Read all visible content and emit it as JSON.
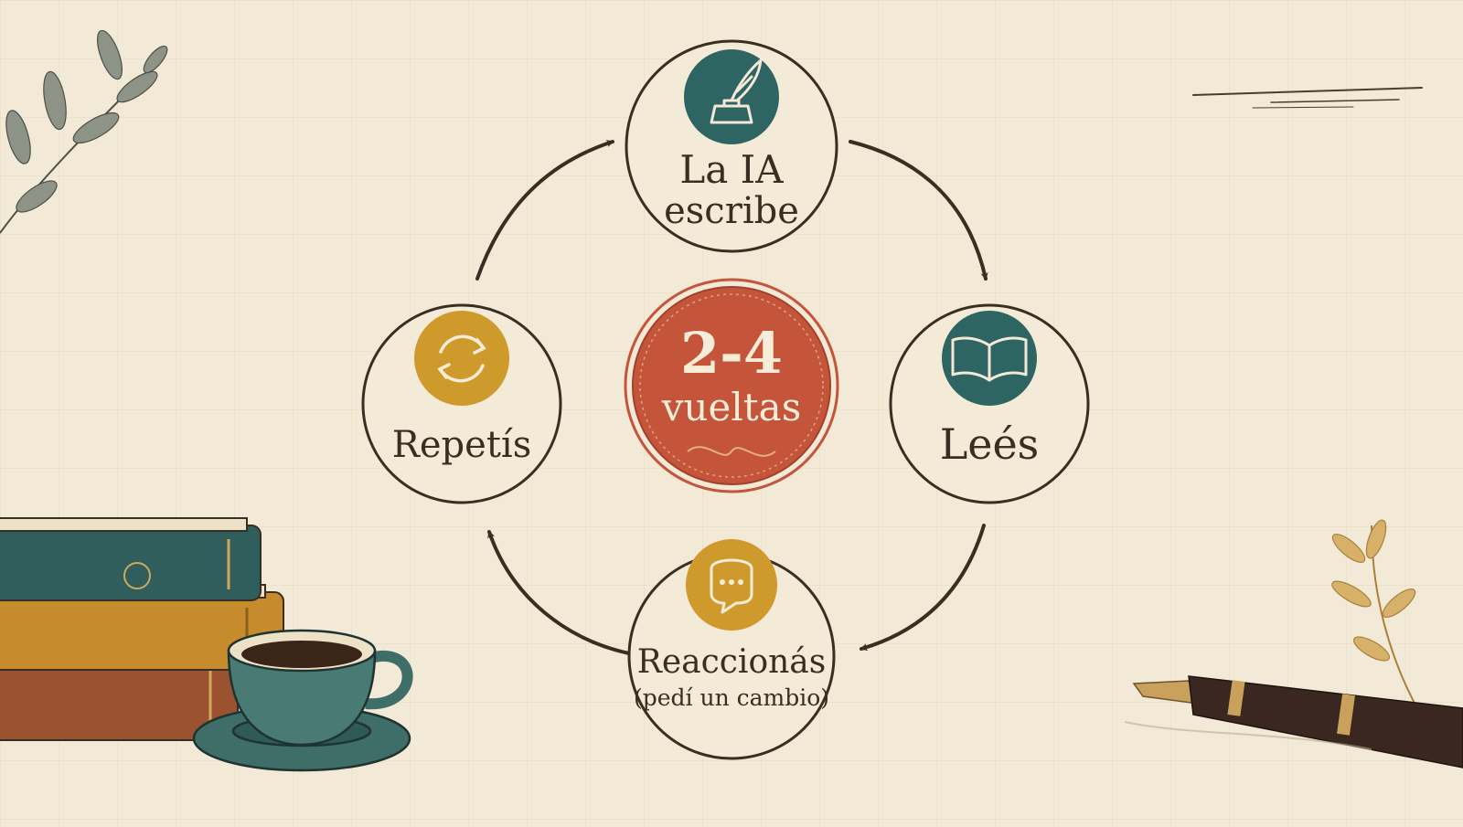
{
  "diagram": {
    "center": {
      "line1": "2-4",
      "line2": "vueltas"
    },
    "nodes": [
      {
        "id": "write",
        "line1": "La IA",
        "line2": "escribe",
        "icon": "quill-inkwell-icon"
      },
      {
        "id": "read",
        "line1": "Leés",
        "icon": "open-book-icon"
      },
      {
        "id": "react",
        "line1": "Reaccionás",
        "line2": "(pedí un cambio)",
        "icon": "speech-bubble-icon"
      },
      {
        "id": "repeat",
        "line1": "Repetís",
        "icon": "refresh-arrows-icon"
      }
    ]
  },
  "colors": {
    "background": "#f2e9d6",
    "ink": "#3a2e22",
    "teal": "#2e6461",
    "mustard": "#cf9a2c",
    "terracotta": "#c4553a",
    "cream": "#f7ecd8"
  }
}
